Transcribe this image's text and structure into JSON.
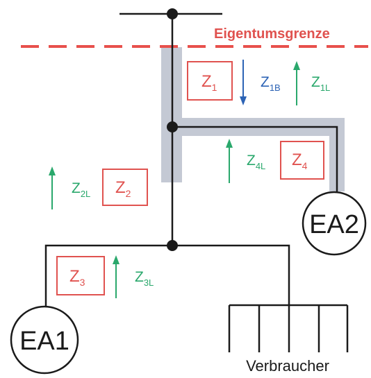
{
  "colors": {
    "line": "#1a1a1a",
    "boundary": "#e8504c",
    "impedance_box": "#e0524f",
    "impedance_text": "#e0524f",
    "current_green": "#2aa86c",
    "current_blue": "#2c63b5",
    "highlight": "#c4c9d4"
  },
  "boundary_label": "Eigentumsgrenze",
  "impedances": {
    "z1": {
      "main": "Z",
      "sub": "1"
    },
    "z2": {
      "main": "Z",
      "sub": "2"
    },
    "z3": {
      "main": "Z",
      "sub": "3"
    },
    "z4": {
      "main": "Z",
      "sub": "4"
    }
  },
  "currents": {
    "z1b": {
      "main": "Z",
      "sub": "1B",
      "direction": "down",
      "color": "blue"
    },
    "z1l": {
      "main": "Z",
      "sub": "1L",
      "direction": "up",
      "color": "green"
    },
    "z2l": {
      "main": "Z",
      "sub": "2L",
      "direction": "up",
      "color": "green"
    },
    "z3l": {
      "main": "Z",
      "sub": "3L",
      "direction": "up",
      "color": "green"
    },
    "z4l": {
      "main": "Z",
      "sub": "4L",
      "direction": "up",
      "color": "green"
    }
  },
  "generators": {
    "ea1": "EA1",
    "ea2": "EA2"
  },
  "consumer_label": "Verbraucher"
}
